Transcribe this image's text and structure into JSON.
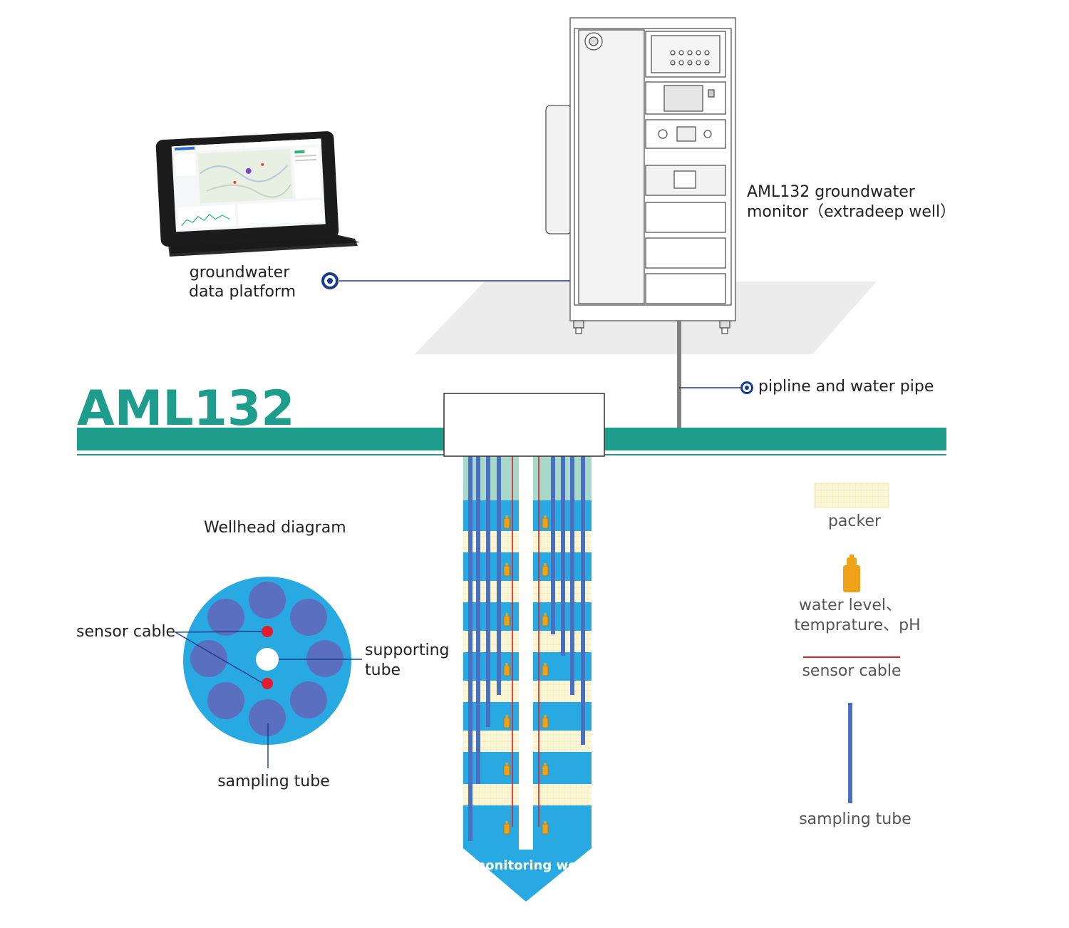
{
  "brand": "AML132",
  "labels": {
    "monitor_line1": "AML132 groundwater",
    "monitor_line2": "monitor（extradeep well）",
    "platform_line1": "groundwater",
    "platform_line2": "data platform",
    "pipeline": "pipline and water pipe",
    "wellhead_title": "Wellhead diagram",
    "sensor_cable": "sensor cable",
    "supporting_line1": "supporting",
    "supporting_line2": "tube",
    "sampling_tube": "sampling tube",
    "monitoring_well": "monitoring well"
  },
  "legend": {
    "packer": "packer",
    "sensor_line1": "water level、",
    "sensor_line2": "temprature、pH",
    "sensor_cable": "sensor cable",
    "sampling_tube": "sampling tube"
  },
  "colors": {
    "brand_teal": "#1f9d8c",
    "water_blue": "#29a9e1",
    "tube_blue": "#4a6fc1",
    "sensor_red": "#e11d2b",
    "packer_cream": "#fbf6d6",
    "sensor_orange": "#f0a21a",
    "callout_navy": "#1b3c8c"
  }
}
